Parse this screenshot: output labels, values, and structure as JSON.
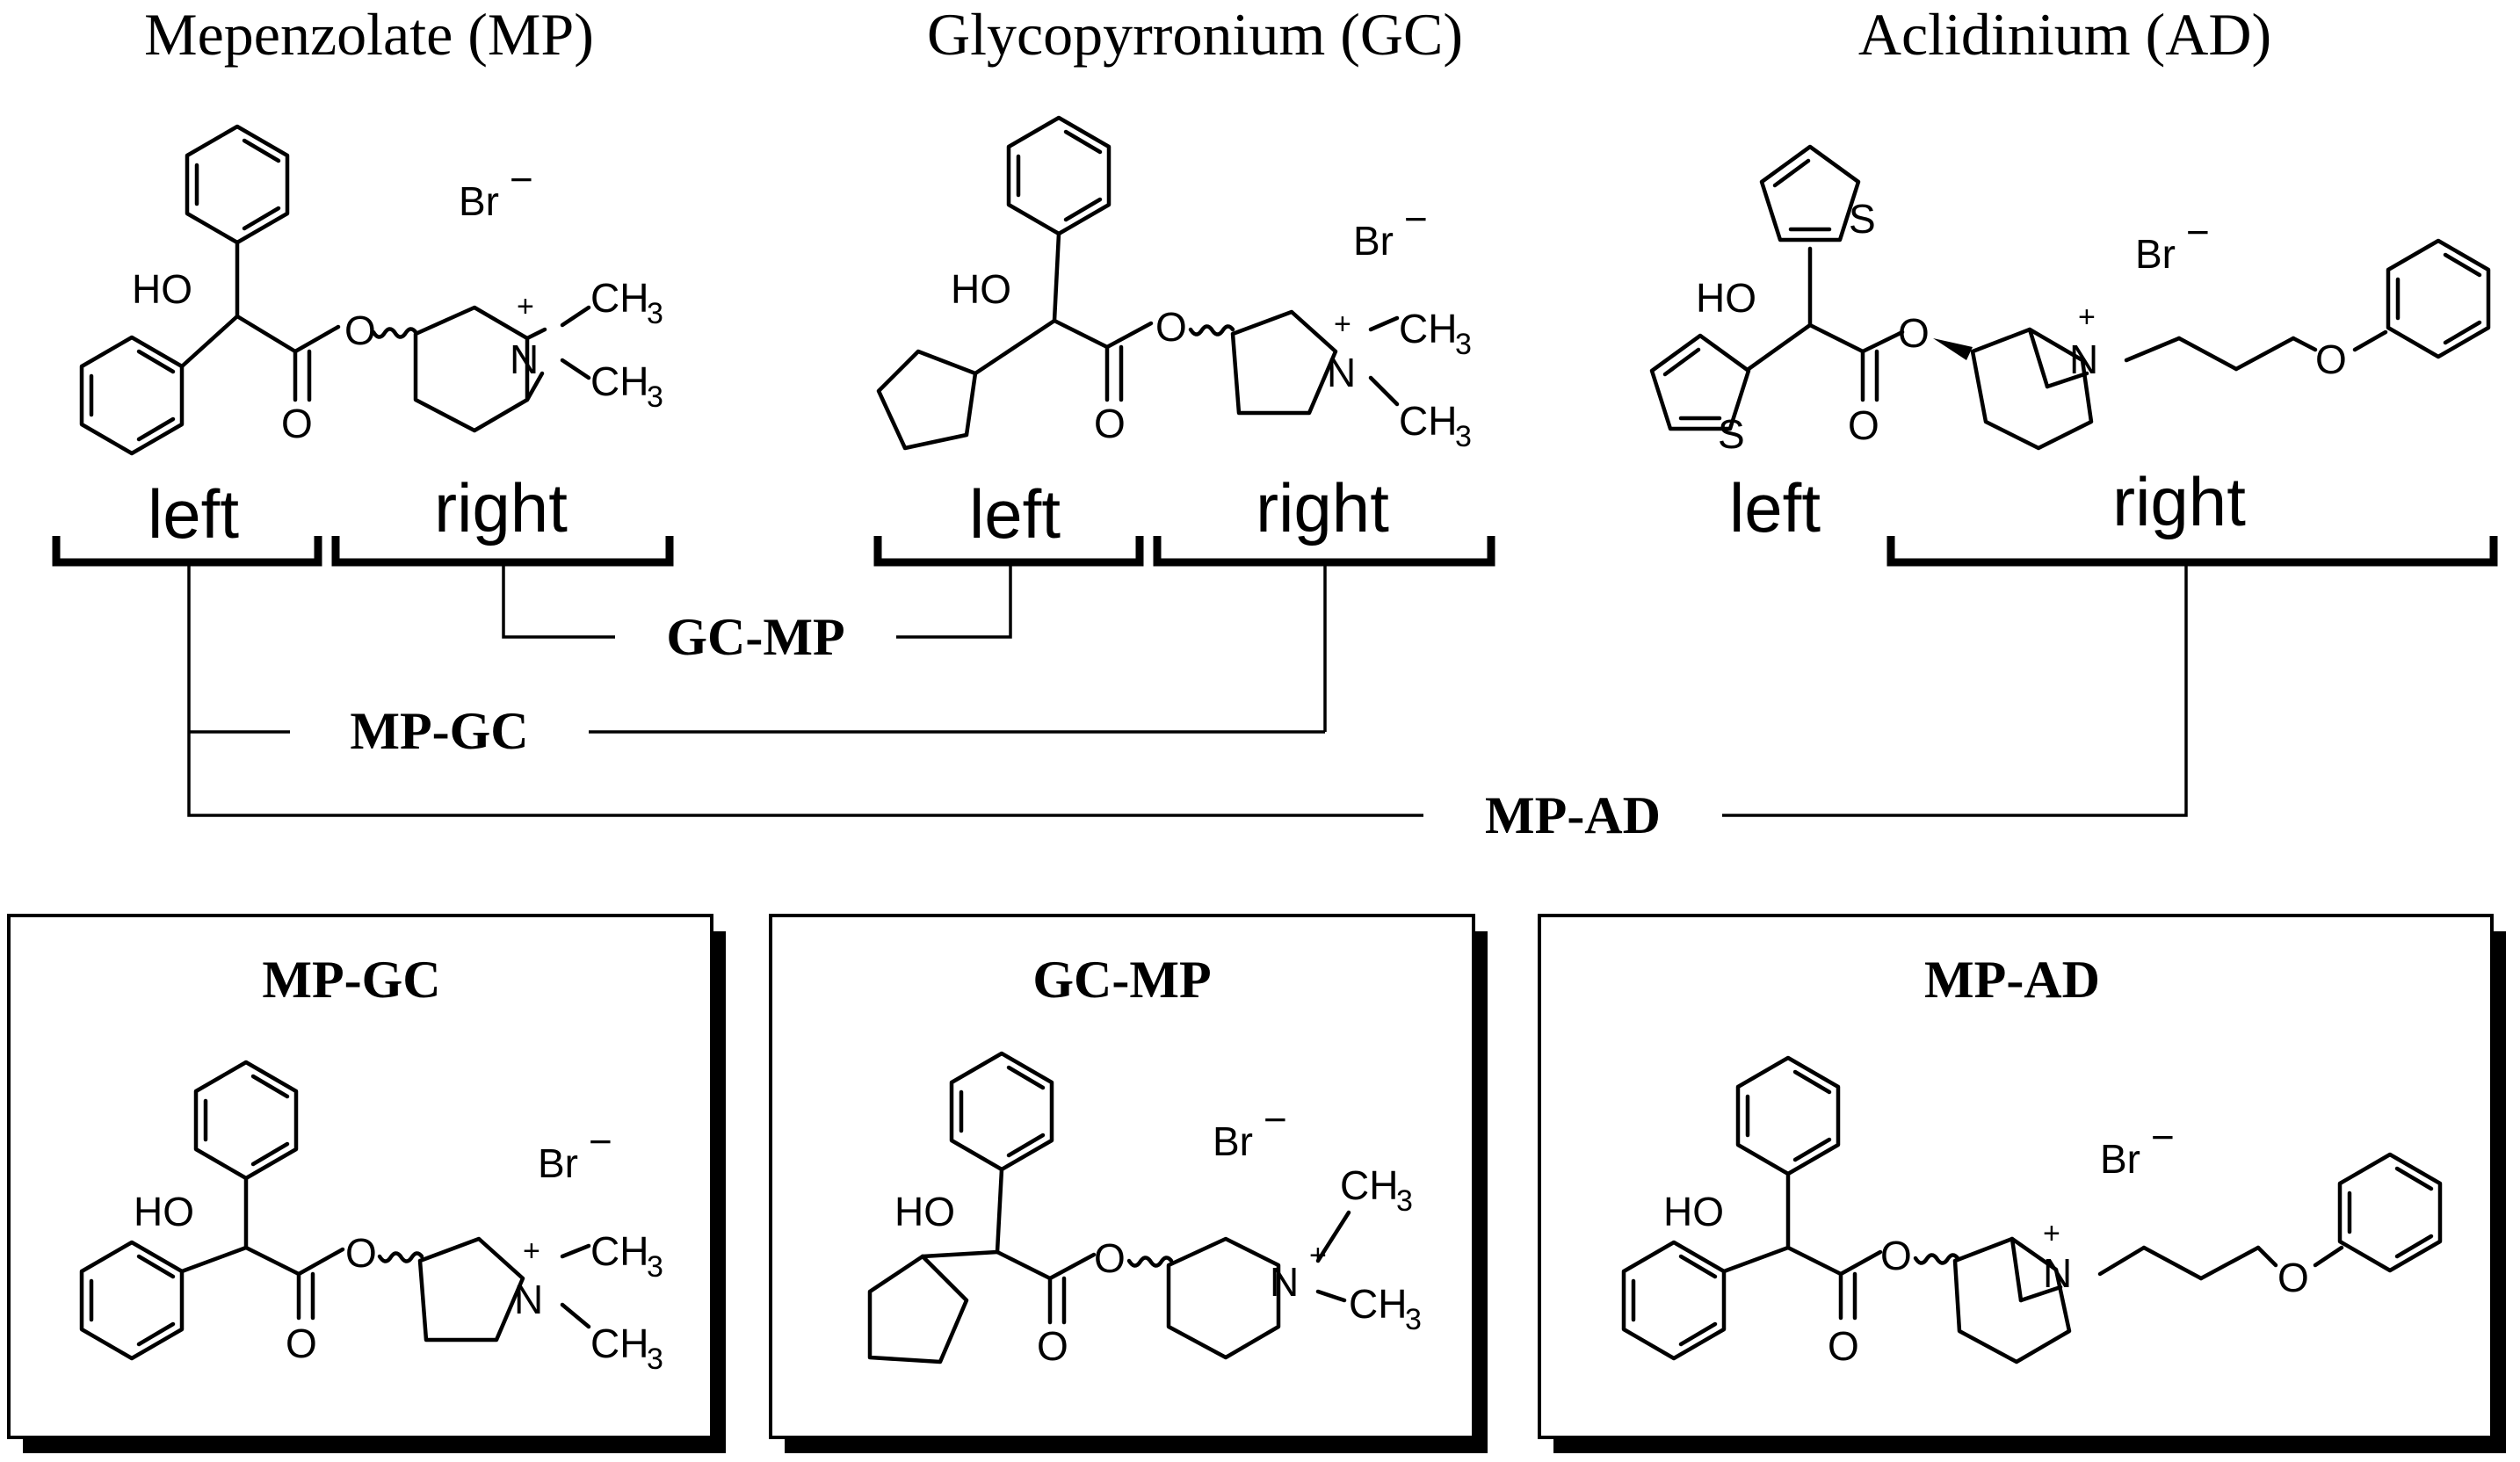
{
  "compounds": [
    {
      "name": "Mepenzolate (MP)",
      "left_label": "left",
      "right_label": "right"
    },
    {
      "name": "Glycopyrronium (GC)",
      "left_label": "left",
      "right_label": "right"
    },
    {
      "name": "Aclidinium (AD)",
      "left_label": "left",
      "right_label": "right"
    }
  ],
  "hybrids": [
    {
      "label": "GC-MP"
    },
    {
      "label": "MP-GC"
    },
    {
      "label": "MP-AD"
    }
  ],
  "panels": [
    {
      "title": "MP-GC"
    },
    {
      "title": "GC-MP"
    },
    {
      "title": "MP-AD"
    }
  ],
  "atoms": {
    "ho": "HO",
    "o": "O",
    "n": "N",
    "s": "S",
    "br": "Br",
    "minus": "−",
    "plus": "+",
    "ch": "CH",
    "three": "3"
  }
}
